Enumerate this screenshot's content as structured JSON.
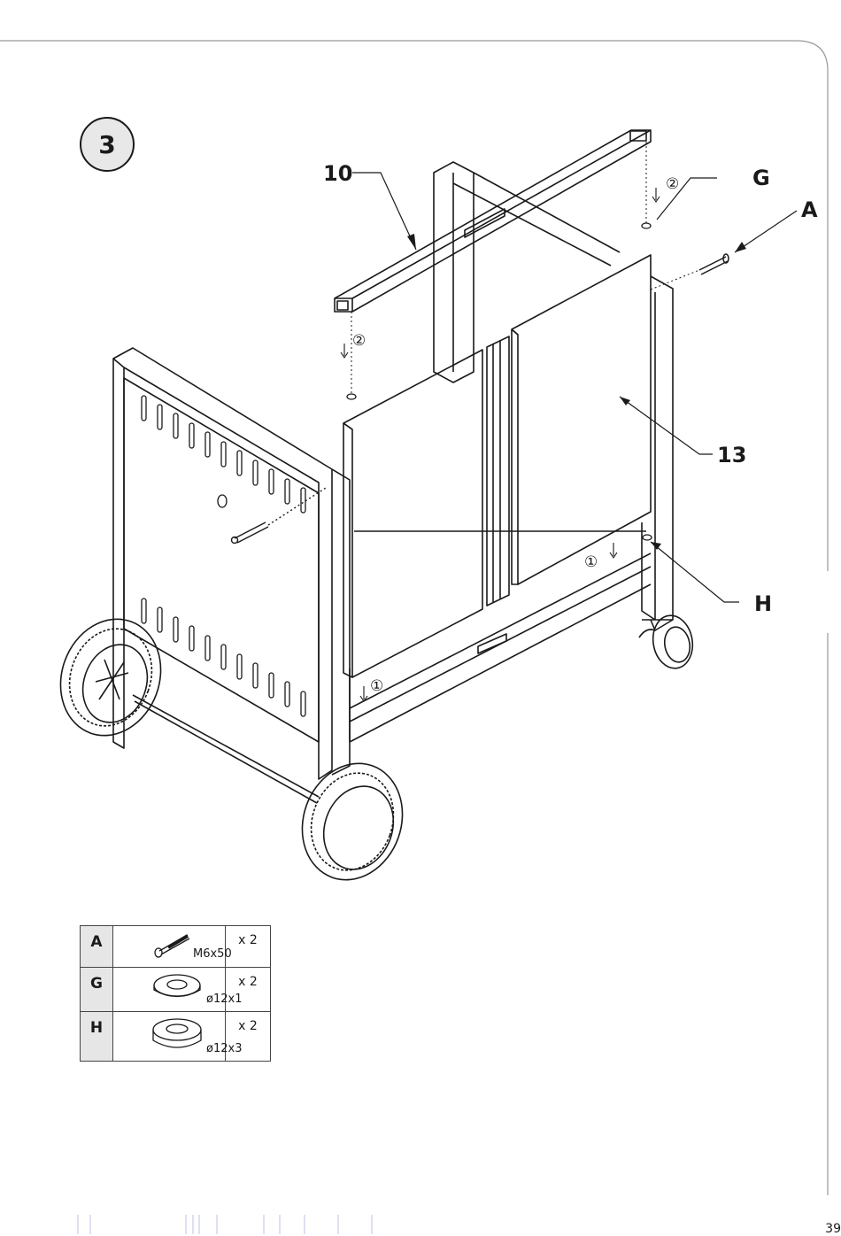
{
  "step": {
    "number": "3"
  },
  "callouts": {
    "part_10": "10",
    "part_13": "13",
    "part_G": "G",
    "part_A": "A",
    "part_H": "H"
  },
  "sequence_marks": {
    "first": "①",
    "second": "②"
  },
  "parts_list": [
    {
      "letter": "A",
      "spec": "M6x50",
      "qty": "x 2",
      "icon": "bolt-icon"
    },
    {
      "letter": "G",
      "spec": "ø12x1",
      "qty": "x 2",
      "icon": "thin-washer-icon"
    },
    {
      "letter": "H",
      "spec": "ø12x3",
      "qty": "x 2",
      "icon": "thick-washer-icon"
    }
  ],
  "page_number": "39"
}
